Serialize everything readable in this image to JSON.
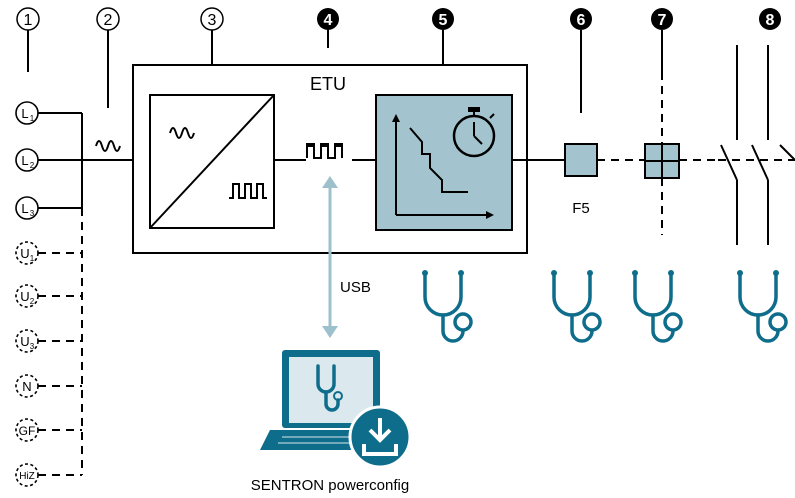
{
  "callouts": [
    "1",
    "2",
    "3",
    "4",
    "5",
    "6",
    "7",
    "8"
  ],
  "etu_label": "ETU",
  "f5_label": "F5",
  "usb_label": "USB",
  "software_label": "SENTRON powerconfig",
  "inputs": [
    {
      "main": "L",
      "sub": "1",
      "style": "solid"
    },
    {
      "main": "L",
      "sub": "2",
      "style": "solid"
    },
    {
      "main": "L",
      "sub": "3",
      "style": "solid"
    },
    {
      "main": "U",
      "sub": "1",
      "style": "dashed"
    },
    {
      "main": "U",
      "sub": "2",
      "style": "dashed"
    },
    {
      "main": "U",
      "sub": "3",
      "style": "dashed"
    },
    {
      "main": "N",
      "sub": "",
      "style": "dashed"
    },
    {
      "main": "GF",
      "sub": "",
      "style": "dashed"
    },
    {
      "main": "HiZ",
      "sub": "",
      "style": "dashed"
    }
  ],
  "icons": {
    "sine": "sine-wave-icon",
    "pulse": "pulse-wave-icon",
    "stopwatch": "stopwatch-icon",
    "trip_curve": "trip-curve-icon",
    "stethoscope": "stethoscope-icon",
    "laptop": "laptop-icon",
    "download": "download-icon"
  },
  "colors": {
    "teal": "#0f6d8c",
    "teal_light": "#a3c4cf",
    "usb_arrow": "#9cc0cc",
    "laptop_screen": "#dbe8ee"
  }
}
